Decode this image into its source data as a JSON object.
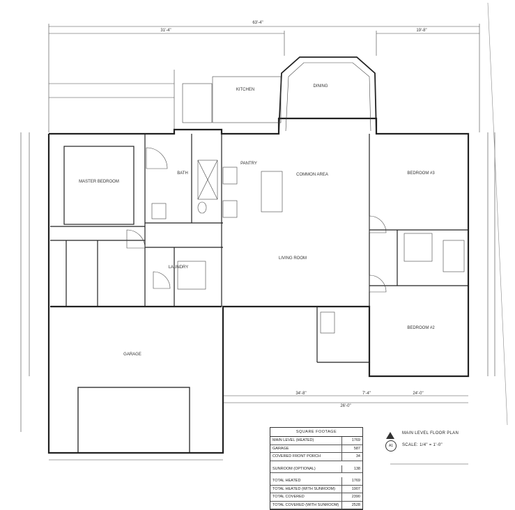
{
  "plan": {
    "top_overall_dim": "63'-4\"",
    "top_left_dim": "31'-4\"",
    "top_right_dim": "19'-8\"",
    "bottom_dims": [
      "34'-8\"",
      "7'-4\"",
      "24'-0\""
    ],
    "bottom_overall": "26'-0\"",
    "rooms": [
      {
        "id": "master",
        "label": "MASTER BEDROOM"
      },
      {
        "id": "common",
        "label": "COMMON AREA"
      },
      {
        "id": "bedroom3",
        "label": "BEDROOM #3"
      },
      {
        "id": "bedroom2",
        "label": "BEDROOM #2"
      },
      {
        "id": "garage",
        "label": "GARAGE"
      },
      {
        "id": "living",
        "label": "LIVING ROOM"
      },
      {
        "id": "bath",
        "label": "BATH"
      },
      {
        "id": "laundry",
        "label": "LAUNDRY"
      },
      {
        "id": "pantry",
        "label": "PANTRY"
      },
      {
        "id": "dining",
        "label": "DINING"
      },
      {
        "id": "kitchen",
        "label": "KITCHEN"
      }
    ]
  },
  "square_footage": {
    "title": "SQUARE FOOTAGE",
    "rows": [
      {
        "label": "MAIN LEVEL (HEATED)",
        "value": "1769"
      },
      {
        "label": "GARAGE",
        "value": "587"
      },
      {
        "label": "COVERED FRONT PORCH",
        "value": "34"
      },
      {
        "label": "",
        "value": ""
      },
      {
        "label": "SUNROOM (OPTIONAL)",
        "value": "138"
      },
      {
        "label": "",
        "value": ""
      },
      {
        "label": "TOTAL HEATED",
        "value": "1769"
      },
      {
        "label": "TOTAL HEATED (WITH SUNROOM)",
        "value": "1907"
      },
      {
        "label": "TOTAL COVERED",
        "value": "2390"
      },
      {
        "label": "TOTAL COVERED (WITH SUNROOM)",
        "value": "2528"
      }
    ]
  },
  "title_block": {
    "name": "MAIN LEVEL FLOOR PLAN",
    "scale": "SCALE: 1/4\" = 1'-0\"",
    "sheet": "A1"
  }
}
